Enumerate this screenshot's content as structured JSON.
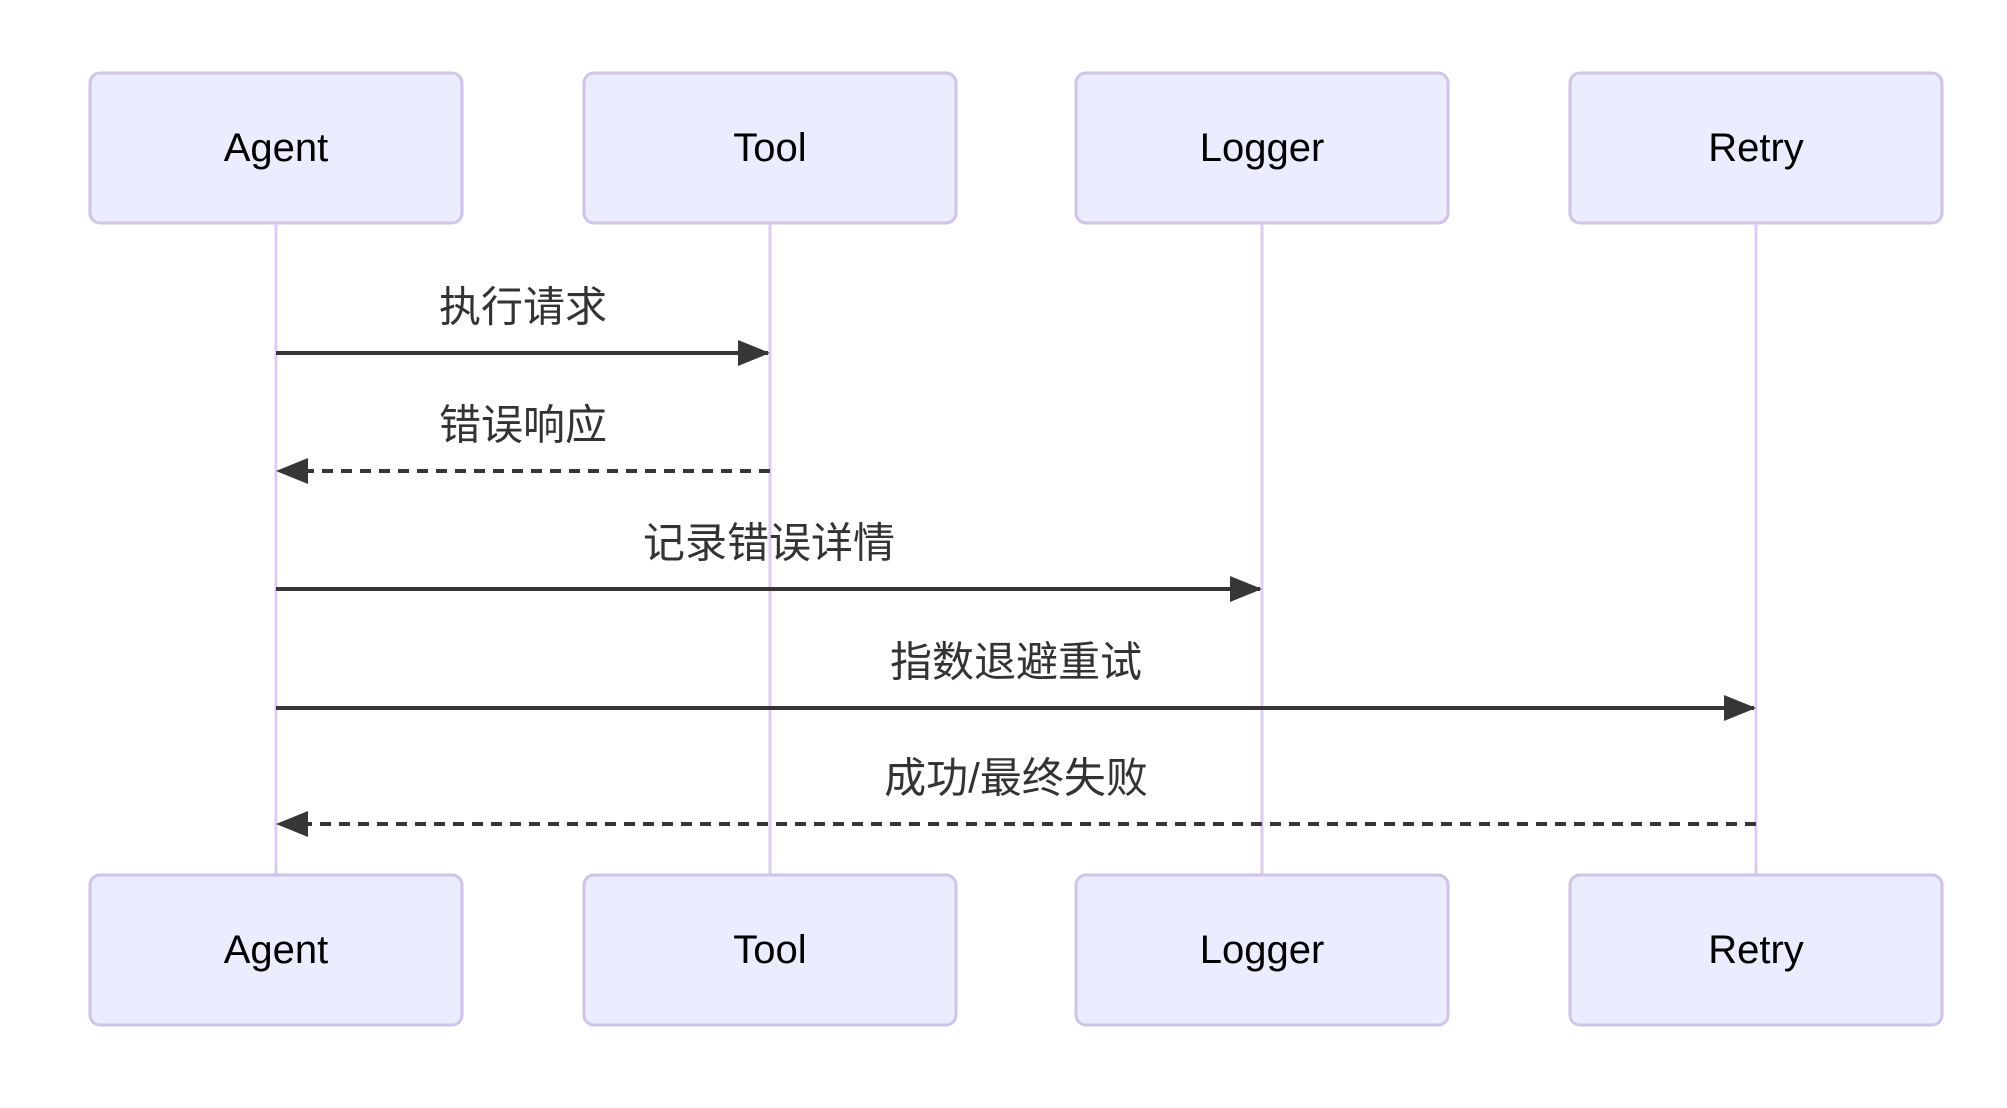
{
  "diagram": {
    "type": "sequence-diagram",
    "participants": [
      {
        "id": "agent",
        "label": "Agent"
      },
      {
        "id": "tool",
        "label": "Tool"
      },
      {
        "id": "logger",
        "label": "Logger"
      },
      {
        "id": "retry",
        "label": "Retry"
      }
    ],
    "messages": [
      {
        "from": "Agent",
        "to": "Tool",
        "label": "执行请求",
        "line": "solid"
      },
      {
        "from": "Tool",
        "to": "Agent",
        "label": "错误响应",
        "line": "dashed"
      },
      {
        "from": "Agent",
        "to": "Logger",
        "label": "记录错误详情",
        "line": "solid"
      },
      {
        "from": "Agent",
        "to": "Retry",
        "label": "指数退避重试",
        "line": "solid"
      },
      {
        "from": "Retry",
        "to": "Agent",
        "label": "成功/最终失败",
        "line": "dashed"
      }
    ],
    "colors": {
      "background": "#FFFFFF",
      "actor_fill": "#ECECFF",
      "actor_border": "#CFC3EA",
      "actor_text": "#000000",
      "lifeline": "#D9CDF2",
      "arrow": "#363636",
      "message_text": "#333333"
    }
  }
}
